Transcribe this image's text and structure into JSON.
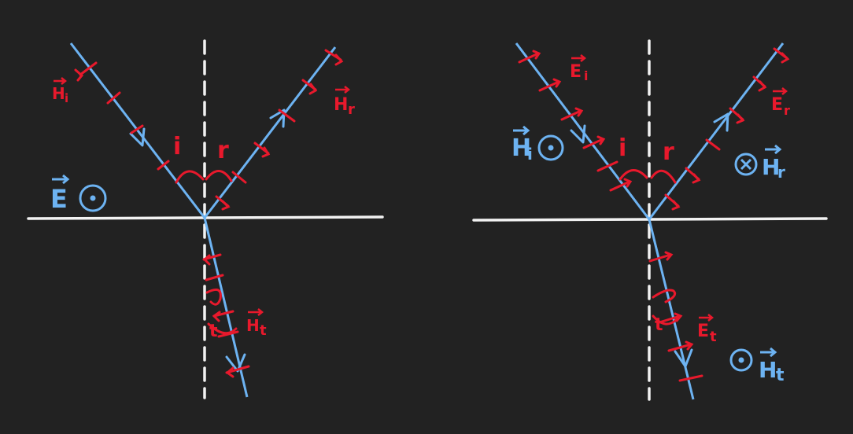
{
  "colors": {
    "background": "#222222",
    "interface": "#f2f2f2",
    "normal": "#f2f2f2",
    "ray": "#6db3f2",
    "field": "#e8192c"
  },
  "left": {
    "field_label": "E",
    "hi_label": "H",
    "hi_sub": "i",
    "hr_label": "H",
    "hr_sub": "r",
    "ht_label": "H",
    "ht_sub": "t",
    "angle_i": "i",
    "angle_r": "r",
    "angle_t": "t",
    "field_symbol": "out-of-page-dot-icon"
  },
  "right": {
    "hi_label": "H",
    "hi_sub": "i",
    "hr_label": "H",
    "hr_sub": "r",
    "ht_label": "H",
    "ht_sub": "t",
    "ei_label": "E",
    "ei_sub": "i",
    "er_label": "E",
    "er_sub": "r",
    "et_label": "E",
    "et_sub": "t",
    "angle_i": "i",
    "angle_r": "r",
    "angle_t": "t",
    "hi_symbol": "out-of-page-dot-icon",
    "hr_symbol": "into-page-cross-icon",
    "ht_symbol": "out-of-page-dot-icon"
  }
}
